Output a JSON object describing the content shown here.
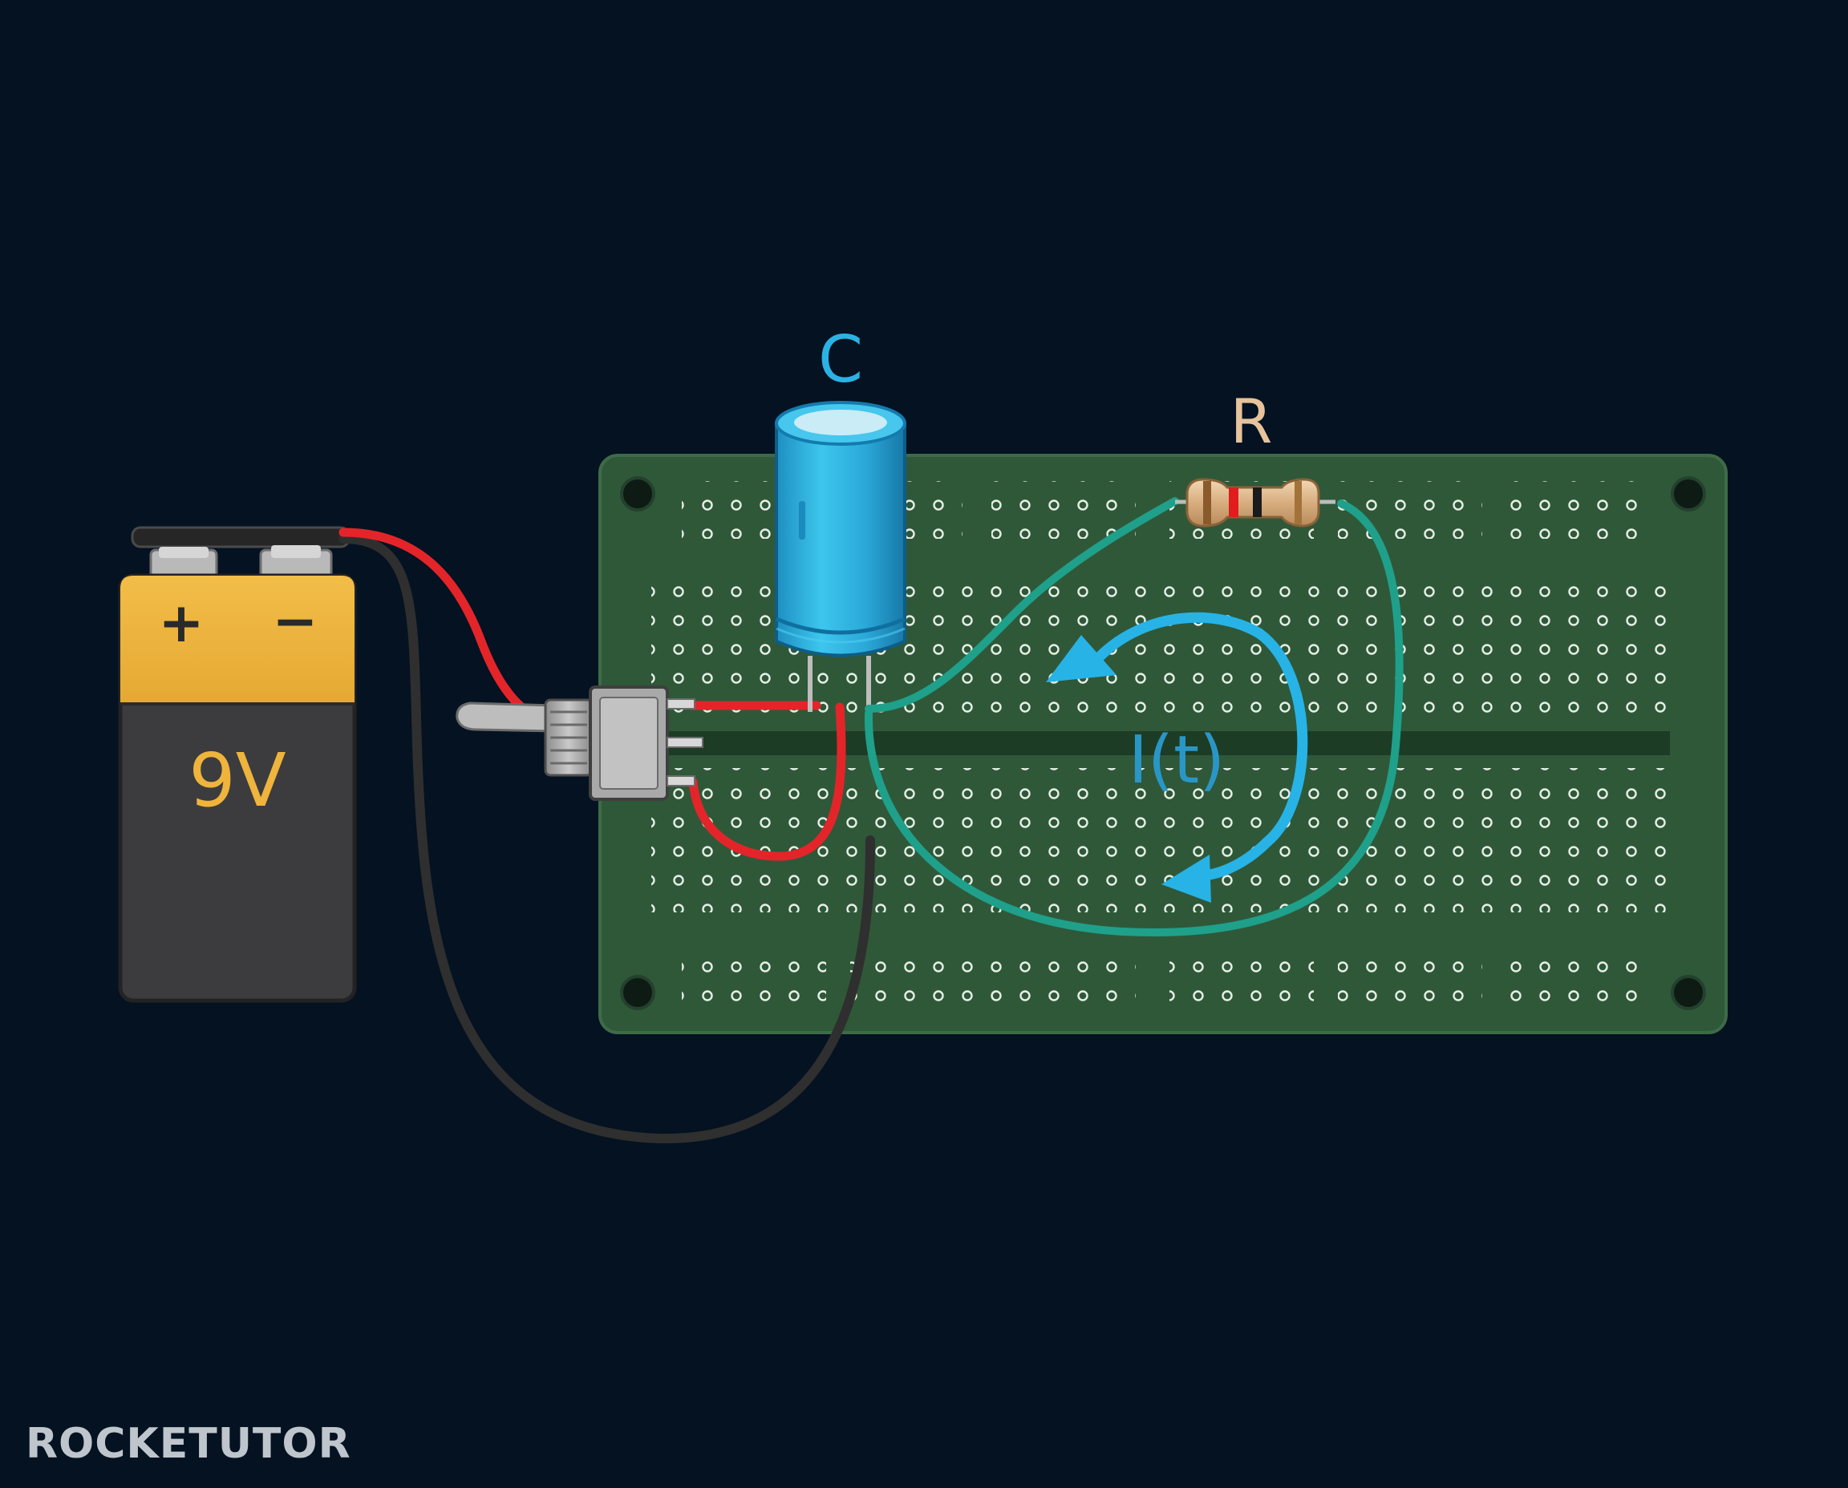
{
  "labels": {
    "capacitor": "C",
    "resistor": "R",
    "current": "I(t)",
    "battery_voltage": "9V",
    "battery_plus": "+",
    "battery_minus": "−"
  },
  "brand": {
    "logo": "ROCKETUTOR"
  },
  "colors": {
    "background": "#041221",
    "breadboard": "#2f5839",
    "capacitor": "#29b2e0",
    "current_arrow": "#27b3e6",
    "resistor_label": "#e6c39c",
    "wire_red": "#e3252a",
    "wire_black": "#2f2f2f",
    "wire_teal": "#1fa08a",
    "battery_top": "#ecb33d",
    "battery_body": "#3c3c3e"
  },
  "icons": {
    "battery": "battery-9v-icon",
    "switch": "toggle-switch-icon",
    "capacitor": "electrolytic-capacitor-icon",
    "resistor": "resistor-icon",
    "current": "circular-arrow-icon"
  }
}
